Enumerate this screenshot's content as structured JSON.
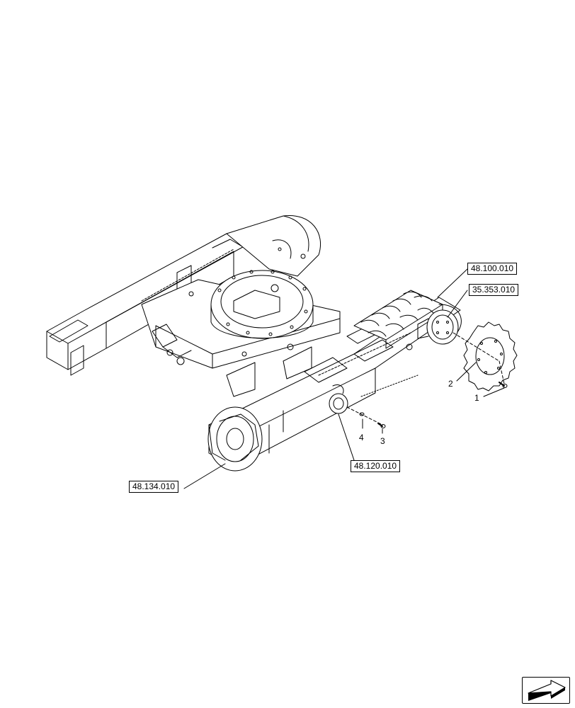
{
  "diagram": {
    "references": [
      {
        "id": "ref-48-100-010",
        "label": "48.100.010"
      },
      {
        "id": "ref-35-353-010",
        "label": "35.353.010"
      },
      {
        "id": "ref-48-120-010",
        "label": "48.120.010"
      },
      {
        "id": "ref-48-134-010",
        "label": "48.134.010"
      }
    ],
    "callouts": [
      {
        "id": "callout-1",
        "label": "1"
      },
      {
        "id": "callout-2",
        "label": "2"
      },
      {
        "id": "callout-3",
        "label": "3"
      },
      {
        "id": "callout-4",
        "label": "4"
      }
    ]
  },
  "navigation": {
    "icon": "next-page-arrow-icon"
  }
}
